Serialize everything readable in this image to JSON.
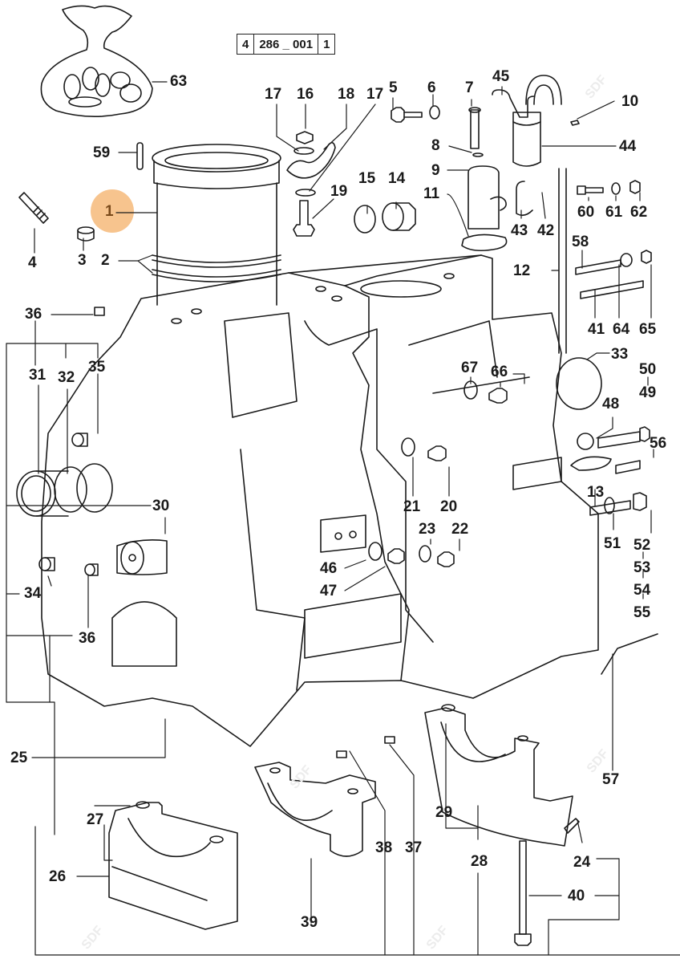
{
  "diagram": {
    "title": "Engine block exploded parts diagram",
    "reference_code": [
      "4",
      "286 _ 001",
      "1"
    ],
    "highlight_color": "#f7c48e",
    "line_color": "#1a1a1a",
    "watermark": "SDF",
    "highlighted_callout": "1",
    "callouts": [
      {
        "id": "63",
        "label": "63"
      },
      {
        "id": "59",
        "label": "59"
      },
      {
        "id": "1",
        "label": "1"
      },
      {
        "id": "4",
        "label": "4"
      },
      {
        "id": "3",
        "label": "3"
      },
      {
        "id": "2",
        "label": "2"
      },
      {
        "id": "17a",
        "label": "17"
      },
      {
        "id": "16",
        "label": "16"
      },
      {
        "id": "18",
        "label": "18"
      },
      {
        "id": "17b",
        "label": "17"
      },
      {
        "id": "19",
        "label": "19"
      },
      {
        "id": "15",
        "label": "15"
      },
      {
        "id": "14",
        "label": "14"
      },
      {
        "id": "5",
        "label": "5"
      },
      {
        "id": "6",
        "label": "6"
      },
      {
        "id": "7",
        "label": "7"
      },
      {
        "id": "8",
        "label": "8"
      },
      {
        "id": "9",
        "label": "9"
      },
      {
        "id": "11",
        "label": "11"
      },
      {
        "id": "45",
        "label": "45"
      },
      {
        "id": "10",
        "label": "10"
      },
      {
        "id": "44",
        "label": "44"
      },
      {
        "id": "43",
        "label": "43"
      },
      {
        "id": "42",
        "label": "42"
      },
      {
        "id": "60",
        "label": "60"
      },
      {
        "id": "61",
        "label": "61"
      },
      {
        "id": "62",
        "label": "62"
      },
      {
        "id": "58",
        "label": "58"
      },
      {
        "id": "12",
        "label": "12"
      },
      {
        "id": "41",
        "label": "41"
      },
      {
        "id": "64",
        "label": "64"
      },
      {
        "id": "65",
        "label": "65"
      },
      {
        "id": "33",
        "label": "33"
      },
      {
        "id": "50",
        "label": "50"
      },
      {
        "id": "49",
        "label": "49"
      },
      {
        "id": "48",
        "label": "48"
      },
      {
        "id": "56",
        "label": "56"
      },
      {
        "id": "13",
        "label": "13"
      },
      {
        "id": "51",
        "label": "51"
      },
      {
        "id": "52",
        "label": "52"
      },
      {
        "id": "53",
        "label": "53"
      },
      {
        "id": "54",
        "label": "54"
      },
      {
        "id": "55",
        "label": "55"
      },
      {
        "id": "36a",
        "label": "36"
      },
      {
        "id": "31",
        "label": "31"
      },
      {
        "id": "32",
        "label": "32"
      },
      {
        "id": "35",
        "label": "35"
      },
      {
        "id": "30",
        "label": "30"
      },
      {
        "id": "34",
        "label": "34"
      },
      {
        "id": "36b",
        "label": "36"
      },
      {
        "id": "67",
        "label": "67"
      },
      {
        "id": "66",
        "label": "66"
      },
      {
        "id": "21",
        "label": "21"
      },
      {
        "id": "20",
        "label": "20"
      },
      {
        "id": "23",
        "label": "23"
      },
      {
        "id": "22",
        "label": "22"
      },
      {
        "id": "46",
        "label": "46"
      },
      {
        "id": "47",
        "label": "47"
      },
      {
        "id": "25",
        "label": "25"
      },
      {
        "id": "27",
        "label": "27"
      },
      {
        "id": "26",
        "label": "26"
      },
      {
        "id": "38",
        "label": "38"
      },
      {
        "id": "37",
        "label": "37"
      },
      {
        "id": "39",
        "label": "39"
      },
      {
        "id": "29",
        "label": "29"
      },
      {
        "id": "28",
        "label": "28"
      },
      {
        "id": "57",
        "label": "57"
      },
      {
        "id": "24",
        "label": "24"
      },
      {
        "id": "40",
        "label": "40"
      }
    ]
  }
}
